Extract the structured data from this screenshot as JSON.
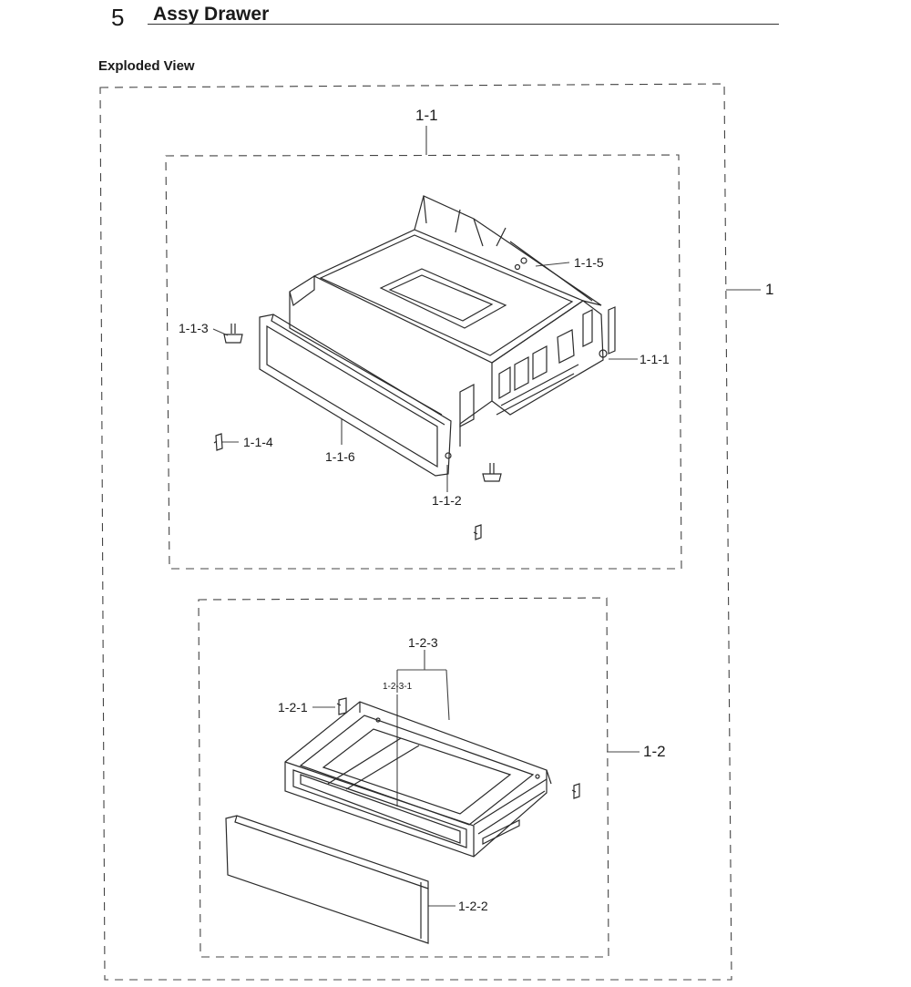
{
  "header": {
    "section_number": "5",
    "section_title": "Assy Drawer",
    "view_title": "Exploded View"
  },
  "labels": {
    "assy": "1",
    "upper": "1-1",
    "lower": "1-2",
    "p_1_1_1": "1-1-1",
    "p_1_1_2": "1-1-2",
    "p_1_1_3": "1-1-3",
    "p_1_1_4": "1-1-4",
    "p_1_1_5": "1-1-5",
    "p_1_1_6": "1-1-6",
    "p_1_2_1": "1-2-1",
    "p_1_2_2": "1-2-2",
    "p_1_2_3": "1-2-3",
    "p_1_2_3_1": "1-2-3-1"
  }
}
